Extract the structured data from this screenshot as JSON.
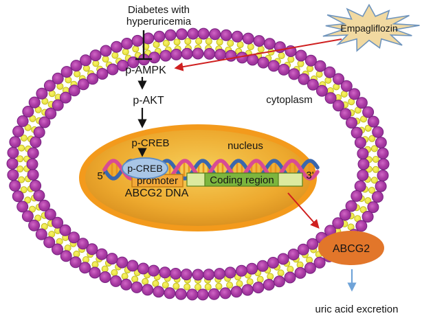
{
  "figure": {
    "labels": {
      "diabetes_line1": "Diabetes with",
      "diabetes_line2": "hyperuricemia",
      "empagliflozin": "Empagliflozin",
      "p_ampk": "p-AMPK",
      "p_akt": "p-AKT",
      "p_creb_upper": "p-CREB",
      "cytoplasm": "cytoplasm",
      "nucleus": "nucleus",
      "p_creb_factor": "p-CREB",
      "promoter": "promoter",
      "coding_region": "Coding region",
      "abcg2_dna": "ABCG2 DNA",
      "five_prime": "5'",
      "three_prime": "3'",
      "abcg2": "ABCG2",
      "uric_acid": "uric acid excretion"
    },
    "colors": {
      "head_fill": "#a93aa3",
      "head_stroke": "#772180",
      "tail_fill": "#e9e433",
      "tail_stroke": "#b9b217",
      "nucleus_ring": "#f39a1c",
      "nucleus_center": "#f6cf5a",
      "nucleus_edge": "#c97d14",
      "pcreb_fill": "#a9c6e6",
      "pcreb_stroke": "#5e8ec7",
      "promoter_fill": "#f3a93a",
      "promoter_stroke": "#c87f16",
      "coding_light": "#dcea9f",
      "coding_dark": "#7cb53e",
      "coding_stroke": "#55801d",
      "dna_blue": "#3a67ad",
      "dna_pink": "#d84b94",
      "dna_rung": "#e8941f",
      "star_fill": "#f1d9a1",
      "star_stroke": "#6e94bd",
      "abcg2_fill": "#e2762a",
      "arrow_red": "#cf1f1f",
      "arrow_blue": "#6fa3d8",
      "arrow_black": "#141414"
    }
  }
}
